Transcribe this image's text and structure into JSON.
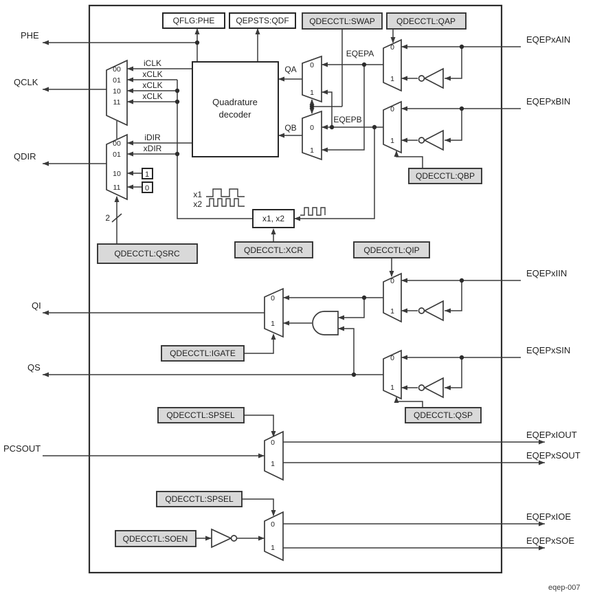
{
  "figure": {
    "code": "eqep-007"
  },
  "registers": {
    "qflg_phe": "QFLG:PHE",
    "qepsts_qdf": "QEPSTS:QDF",
    "swap": "QDECCTL:SWAP",
    "qap": "QDECCTL:QAP",
    "qbp": "QDECCTL:QBP",
    "qsrc": "QDECCTL:QSRC",
    "xcr": "QDECCTL:XCR",
    "qip": "QDECCTL:QIP",
    "igate": "QDECCTL:IGATE",
    "qsp": "QDECCTL:QSP",
    "spsel_pcsout": "QDECCTL:SPSEL",
    "spsel_oe": "QDECCTL:SPSEL",
    "soen": "QDECCTL:SOEN"
  },
  "blocks": {
    "decoder_line1": "Quadrature",
    "decoder_line2": "decoder",
    "xmult": "x1, x2"
  },
  "pins": {
    "left": {
      "phe": "PHE",
      "qclk": "QCLK",
      "qdir": "QDIR",
      "qi": "QI",
      "qs": "QS",
      "pcsout": "PCSOUT"
    },
    "right": {
      "ain": "EQEPxAIN",
      "bin": "EQEPxBIN",
      "iin": "EQEPxIIN",
      "sin": "EQEPxSIN",
      "iout": "EQEPxIOUT",
      "sout": "EQEPxSOUT",
      "ioe": "EQEPxIOE",
      "soe": "EQEPxSOE"
    }
  },
  "signals": {
    "iclk": "iCLK",
    "xclk": "xCLK",
    "idir": "iDIR",
    "xdir": "xDIR",
    "qa": "QA",
    "qb": "QB",
    "eqepa": "EQEPA",
    "eqepb": "EQEPB",
    "x1": "x1",
    "x2": "x2",
    "bus_width": "2",
    "const_one": "1",
    "const_zero": "0"
  },
  "mux": {
    "sel4": [
      "00",
      "01",
      "10",
      "11"
    ],
    "sel2": [
      "0",
      "1"
    ]
  }
}
